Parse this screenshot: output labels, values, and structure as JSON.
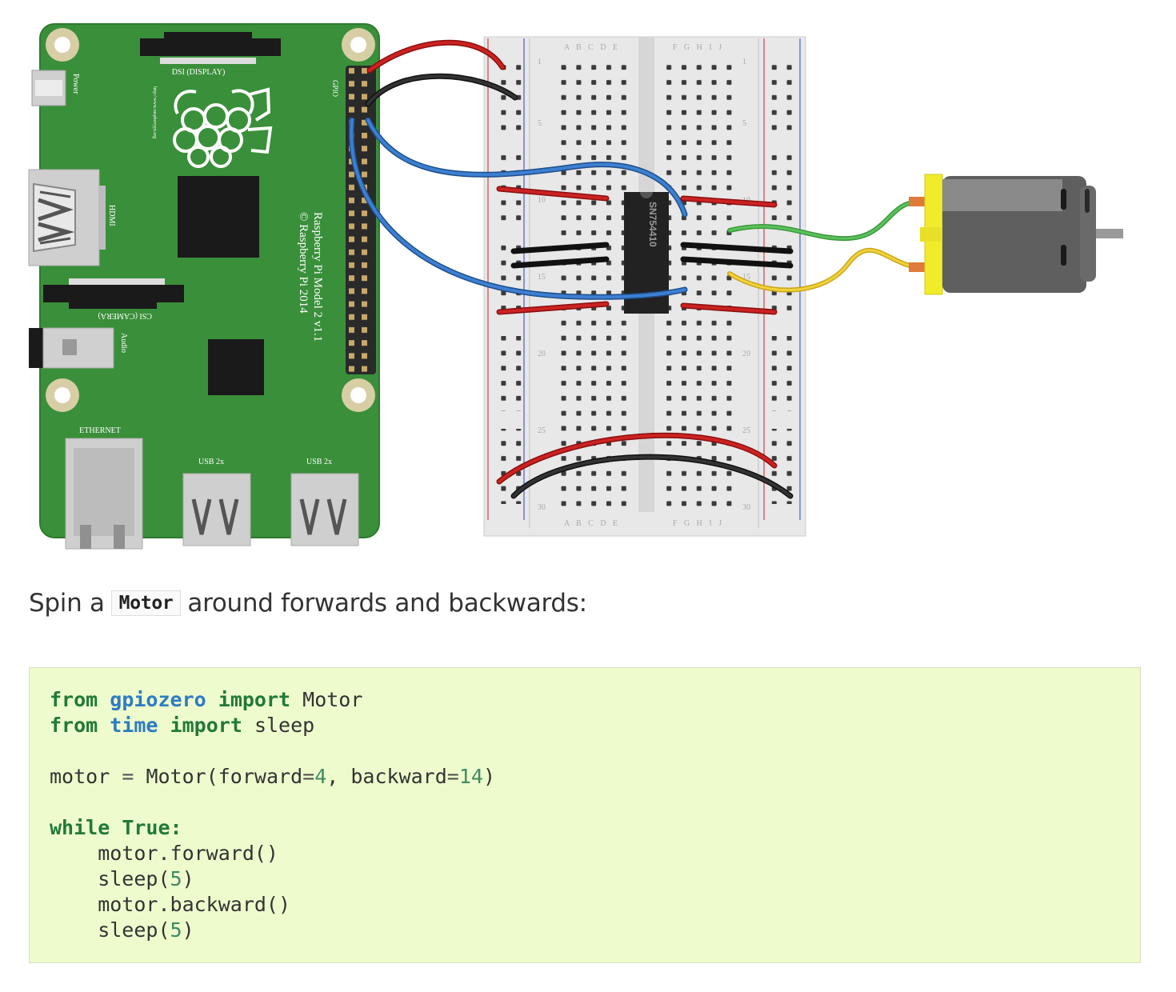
{
  "diagram": {
    "pi": {
      "dsi_label": "DSI (DISPLAY)",
      "power_label": "Power",
      "url_label": "http://www.raspberrypi.org",
      "gpio_label": "GPIO",
      "hdmi_label": "HDMI",
      "model_line1": "Raspberry Pi Model 2 v1.1",
      "model_line2": "© Raspberry Pi 2014",
      "csi_label": "CSI (CAMERA)",
      "audio_label": "Audio",
      "ethernet_label": "ETHERNET",
      "usb1_label": "USB 2x",
      "usb2_label": "USB 2x"
    },
    "breadboard": {
      "cols_left": "A B C D E",
      "cols_right": "F G H I J",
      "row_numbers": [
        "1",
        "5",
        "10",
        "15",
        "20",
        "25",
        "30"
      ]
    },
    "chip_label": "SN754410"
  },
  "text": {
    "intro_before": "Spin a",
    "intro_code": "Motor",
    "intro_after": "around forwards and backwards:"
  },
  "code": {
    "l1": {
      "k1": "from",
      "m": "gpiozero",
      "k2": "import",
      "rest": "Motor"
    },
    "l2": {
      "k1": "from",
      "m": "time",
      "k2": "import",
      "rest": "sleep"
    },
    "l4": {
      "a": "motor",
      "eq": "=",
      "b": "Motor(forward",
      "eq2": "=",
      "n1": "4",
      "c": ", backward",
      "eq3": "=",
      "n2": "14",
      "d": ")"
    },
    "l6": {
      "k1": "while",
      "k2": "True",
      "colon": ":"
    },
    "l7": "    motor.forward()",
    "l8": {
      "a": "    sleep(",
      "n": "5",
      "b": ")"
    },
    "l9": "    motor.backward()",
    "l10": {
      "a": "    sleep(",
      "n": "5",
      "b": ")"
    }
  }
}
